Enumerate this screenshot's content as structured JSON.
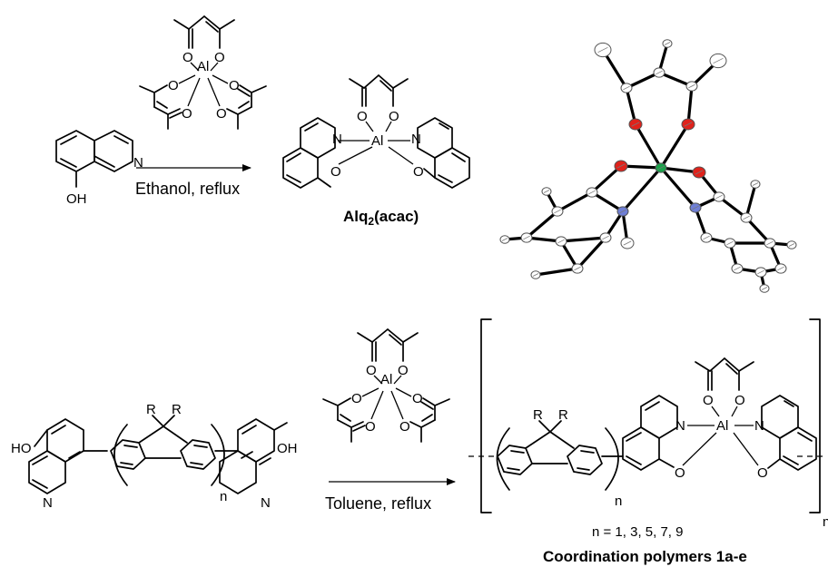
{
  "atoms": {
    "oxygen": "O",
    "nitrogen": "N",
    "aluminum": "Al",
    "hydroxyl": "OH",
    "hydroxyl_left": "HO",
    "r_group": "R",
    "repeat_n": "n"
  },
  "top_reaction": {
    "conditions": "Ethanol, reflux",
    "product_label_main": "Alq",
    "product_label_sub": "2",
    "product_label_end": "(acac)"
  },
  "bottom_reaction": {
    "conditions": "Toluene, reflux",
    "n_values": "n = 1, 3, 5, 7, 9",
    "product_label": "Coordination polymers 1a-e"
  },
  "colors": {
    "bond": "#000000",
    "oxygen_atom": "#e0221b",
    "nitrogen_atom": "#6f7fd6",
    "aluminum_atom": "#1aa14a",
    "carbon_atom": "#ffffff"
  }
}
